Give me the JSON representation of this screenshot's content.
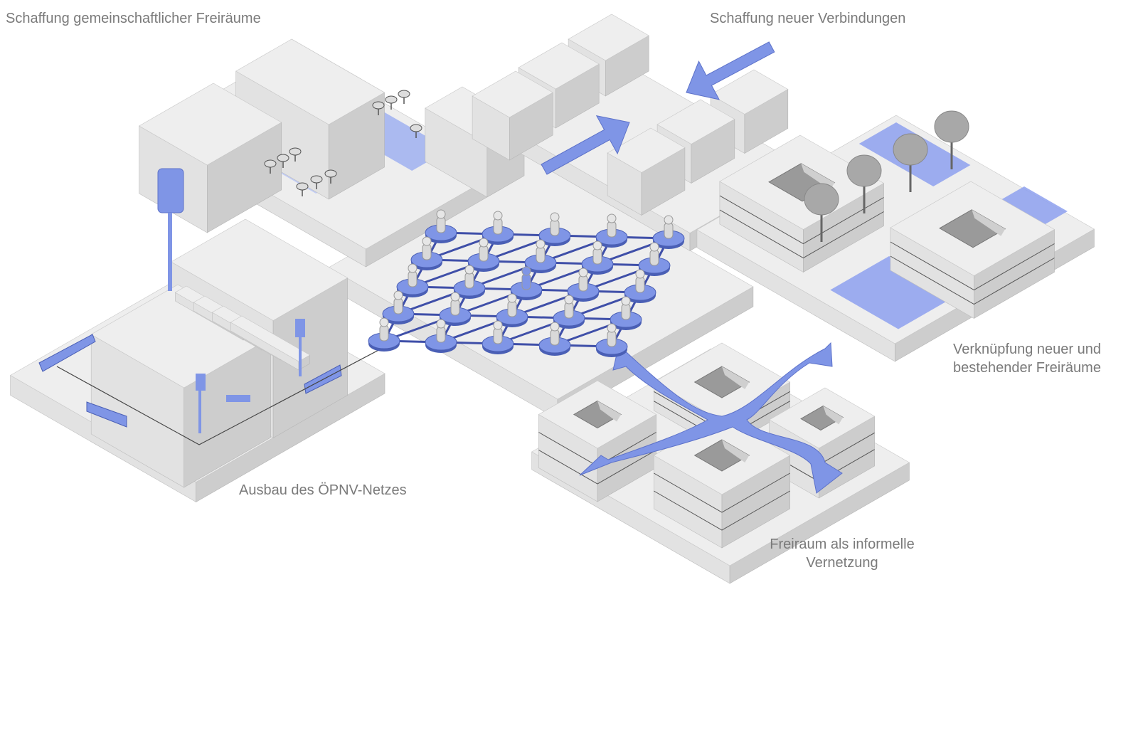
{
  "labels": {
    "shared_open_spaces": "Schaffung gemeinschaftlicher Freiräume",
    "new_connections": "Schaffung neuer Verbindungen",
    "linking_open_spaces_line1": "Verknüpfung neuer und",
    "linking_open_spaces_line2": "bestehender Freiräume",
    "public_transport": "Ausbau des ÖPNV-Netzes",
    "informal_network_line1": "Freiraum als informelle",
    "informal_network_line2": "Vernetzung"
  },
  "colors": {
    "accent": "#7f95e6",
    "accent_dark": "#3f4fa8",
    "top_face": "#eeeeee",
    "left_face": "#e2e2e2",
    "right_face": "#cdcdcd",
    "label": "#7a7a7a"
  }
}
